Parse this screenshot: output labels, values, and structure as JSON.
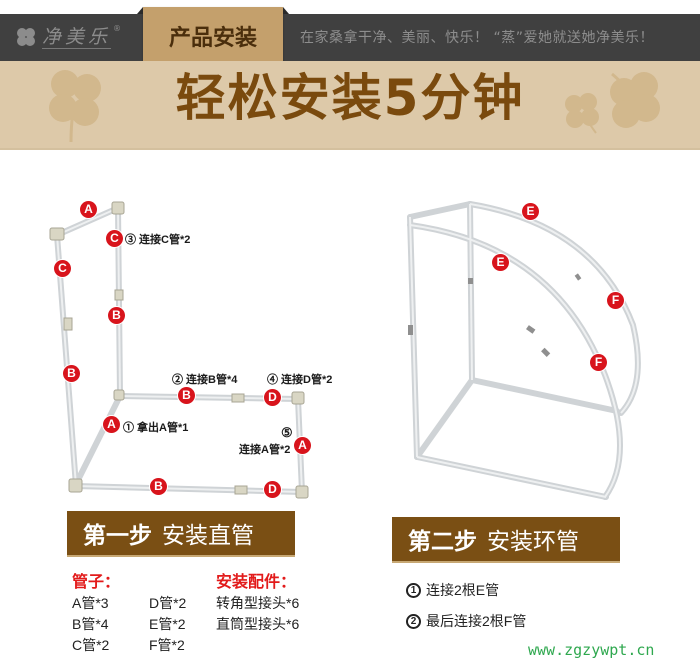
{
  "header": {
    "logo_text": "净美乐",
    "logo_reg": "®",
    "logo_icon": "clover-icon",
    "tab_label": "产品安装",
    "slogan": "在家桑拿干净、美丽、快乐！ “蒸”爱她就送她净美乐！"
  },
  "banner": {
    "title": "轻松安装5分钟",
    "decorations": [
      "clover-icon",
      "clover-icon",
      "clover-icon"
    ]
  },
  "diagram_step1": {
    "tags": [
      "A",
      "C",
      "C",
      "B",
      "B",
      "B",
      "D",
      "A",
      "A",
      "B",
      "D"
    ],
    "callouts": {
      "c1": "① 拿出A管*1",
      "c2": "② 连接B管*4",
      "c3": "③ 连接C管*2",
      "c4": "④ 连接D管*2",
      "c5_num": "⑤",
      "c5_text": "连接A管*2"
    }
  },
  "diagram_step2": {
    "tags": [
      "E",
      "E",
      "F",
      "F"
    ]
  },
  "step1": {
    "strong": "第一步",
    "label": "安装直管",
    "pipes_heading": "管子：",
    "pipes_col1": [
      "A管*3",
      "B管*4",
      "C管*2"
    ],
    "pipes_col2": [
      "D管*2",
      "E管*2",
      "F管*2"
    ],
    "fittings_heading": "安装配件：",
    "fittings": [
      "转角型接头*6",
      "直筒型接头*6"
    ]
  },
  "step2": {
    "strong": "第二步",
    "label": "安装环管",
    "items": [
      {
        "num": "1",
        "text": "连接2根E管"
      },
      {
        "num": "2",
        "text": "最后连接2根F管"
      }
    ]
  },
  "watermark": "www.zgzywpt.cn",
  "colors": {
    "header_bar": "#404040",
    "tab": "#c4a06c",
    "banner": "#ddc9a9",
    "title": "#7a4a0e",
    "step_box": "#7a4f14",
    "tag_red": "#d8141c",
    "heading_red": "#e21b1b",
    "watermark_green": "#2fa84f"
  }
}
